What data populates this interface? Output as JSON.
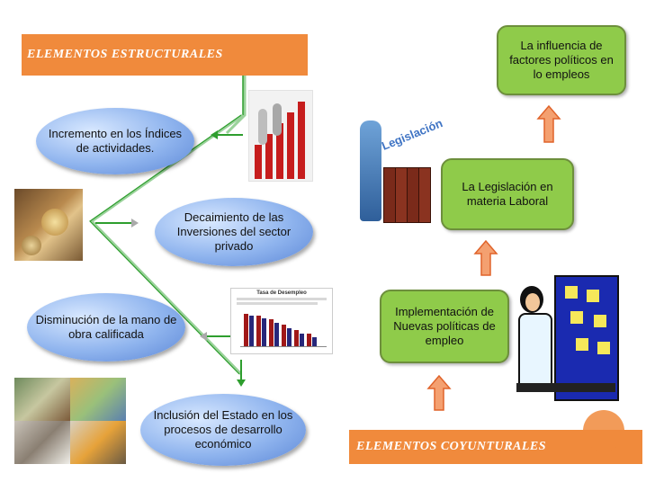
{
  "left": {
    "banner": "ELEMENTOS ESTRUCTURALES",
    "nodes": [
      "Incremento en los Índices de actividades.",
      "Decaimiento de las Inversiones del sector privado",
      "Disminución de la mano de obra calificada",
      "Inclusión del Estado en los procesos de desarrollo económico"
    ],
    "chart_title": "Tasa de Desempleo"
  },
  "right": {
    "banner": "ELEMENTOS COYUNTURALES",
    "nodes": [
      "Implementación de Nuevas políticas de empleo",
      "La Legislación en materia Laboral",
      "La influencia de factores políticos en lo empleos"
    ],
    "book_label": "Legislación"
  },
  "colors": {
    "banner": "#f08a3c",
    "oval": "#8fb4ee",
    "green_box": "#8fcb4a",
    "arrow": "#f08a3c",
    "connector": "#2e9e2e"
  }
}
